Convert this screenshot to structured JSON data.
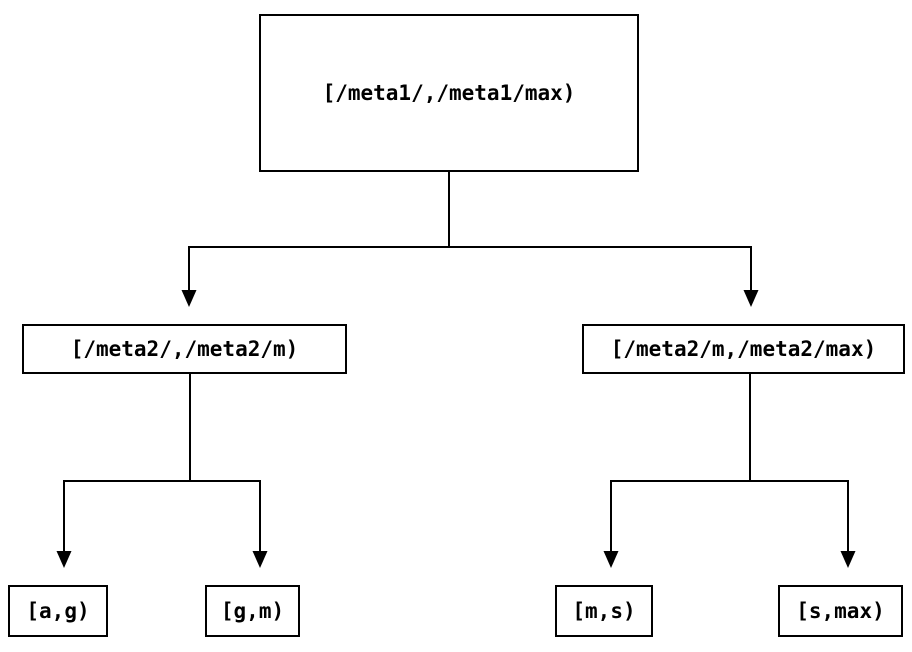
{
  "diagram": {
    "type": "tree",
    "background_color": "#ffffff",
    "line_color": "#000000",
    "text_color": "#000000",
    "nodes": {
      "root": {
        "label": "[/meta1/,/meta1/max)"
      },
      "left_child": {
        "label": "[/meta2/,/meta2/m)"
      },
      "right_child": {
        "label": "[/meta2/m,/meta2/max)"
      },
      "leaf_a_g": {
        "label": "[a,g)"
      },
      "leaf_g_m": {
        "label": "[g,m)"
      },
      "leaf_m_s": {
        "label": "[m,s)"
      },
      "leaf_s_max": {
        "label": "[s,max)"
      }
    },
    "edges": [
      {
        "from": "root",
        "to": "left_child"
      },
      {
        "from": "root",
        "to": "right_child"
      },
      {
        "from": "left_child",
        "to": "leaf_a_g"
      },
      {
        "from": "left_child",
        "to": "leaf_g_m"
      },
      {
        "from": "right_child",
        "to": "leaf_m_s"
      },
      {
        "from": "right_child",
        "to": "leaf_s_max"
      }
    ]
  }
}
